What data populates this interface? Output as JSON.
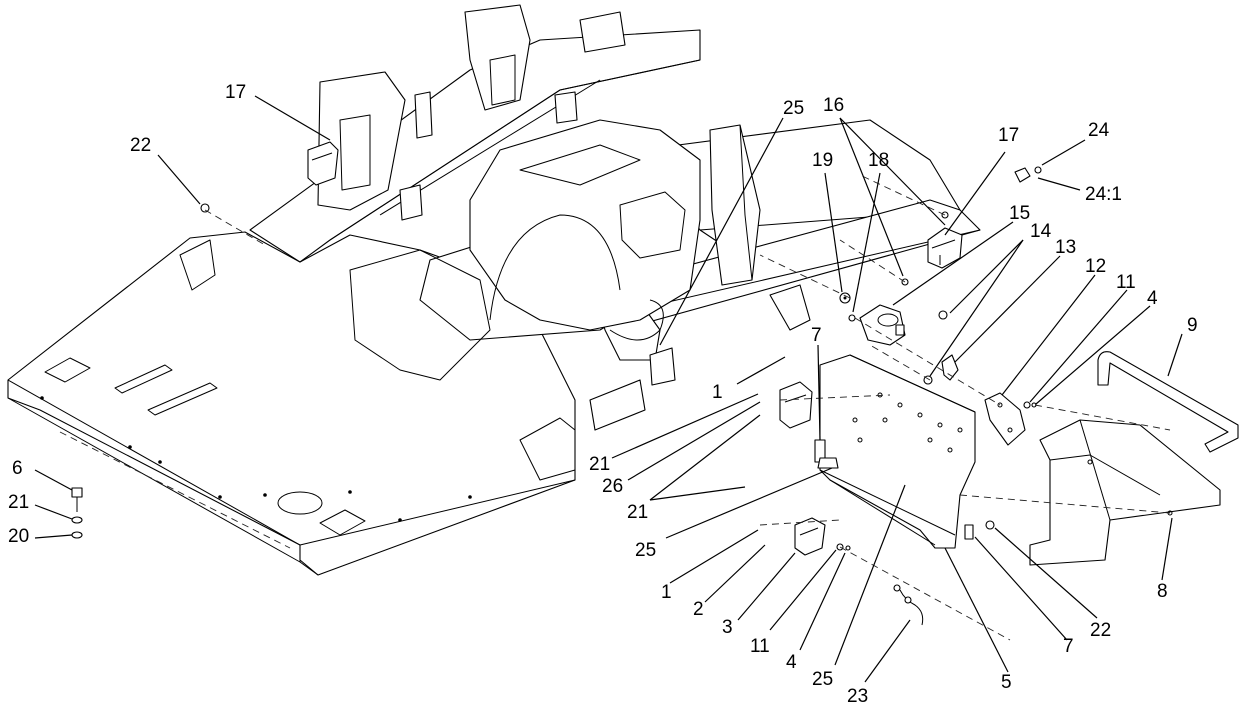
{
  "labels": {
    "l17a": "17",
    "l22a": "22",
    "l25a": "25",
    "l16": "16",
    "l17b": "17",
    "l24": "24",
    "l24_1": "24:1",
    "l19": "19",
    "l18": "18",
    "l15": "15",
    "l14": "14",
    "l13": "13",
    "l12": "12",
    "l11a": "11",
    "l4a": "4",
    "l9": "9",
    "l7a": "7",
    "l1a": "1",
    "l21a": "21",
    "l26": "26",
    "l21b": "21",
    "l25b": "25",
    "l6": "6",
    "l21c": "21",
    "l20": "20",
    "l1b": "1",
    "l2": "2",
    "l3": "3",
    "l11b": "11",
    "l4b": "4",
    "l25c": "25",
    "l23": "23",
    "l5": "5",
    "l7b": "7",
    "l22b": "22",
    "l8": "8"
  }
}
